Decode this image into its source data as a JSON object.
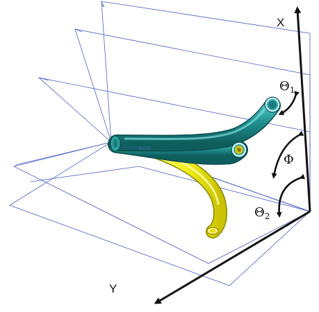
{
  "axes": {
    "x_label": "X",
    "y_label": "Y"
  },
  "angles": {
    "theta1": "Θ",
    "theta1_sub": "1",
    "phi": "Φ",
    "theta2": "Θ",
    "theta2_sub": "2"
  },
  "plane_markers": {
    "axis_text": "Axis1"
  },
  "colors": {
    "tube_main": "#1f8f8f",
    "tube_highlight": "#48c4c4",
    "tube_yellow": "#f2ee1a",
    "plane_lines": "#4a5fc4",
    "axis": "#111111"
  }
}
